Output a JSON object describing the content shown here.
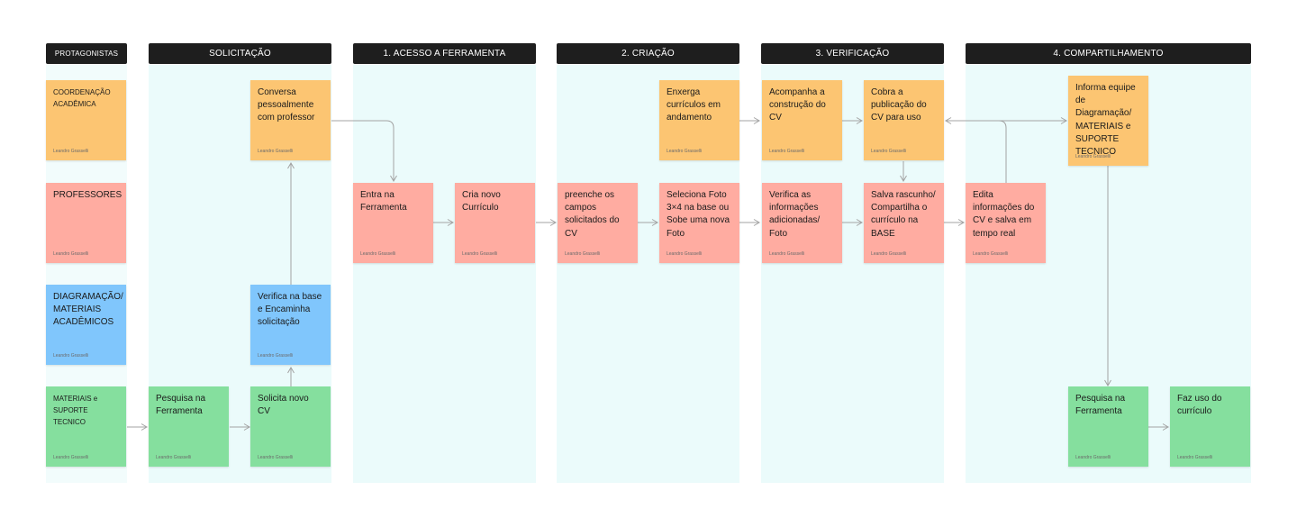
{
  "headers": {
    "protagonistas": "PROTAGONISTAS",
    "solicitacao": "SOLICITAÇÃO",
    "acesso": "1. ACESSO A FERRAMENTA",
    "criacao": "2. CRIAÇÃO",
    "verificacao": "3. VERIFICAÇÃO",
    "compartilhamento": "4. COMPARTILHAMENTO"
  },
  "roles": {
    "coordenacao": "COORDENAÇÃO ACADÊMICA",
    "professores": "PROFESSORES",
    "diagramacao": "DIAGRAMAÇÃO/ MATERIAIS ACADÊMICOS",
    "materiais": "MATERIAIS e SUPORTE TECNICO"
  },
  "notes": {
    "conversa": "Conversa pessoalmente com professor",
    "verifica_base": "Verifica na base e Encaminha solicitação",
    "pesquisa_ferramenta": "Pesquisa na Ferramenta",
    "solicita_cv": "Solicita novo CV",
    "entra_ferramenta": "Entra na Ferramenta",
    "cria_curriculo": "Cria novo Currículo",
    "preenche_campos": "preenche os campos solicitados do CV",
    "enxerga_curriculos": "Enxerga currículos em andamento",
    "seleciona_foto": "Seleciona Foto 3×4 na base ou Sobe uma nova Foto",
    "acompanha": "Acompanha a construção do CV",
    "verifica_info": "Verifica as informações adicionadas/ Foto",
    "cobra": "Cobra a publicação do CV para uso",
    "salva_rascunho": "Salva rascunho/ Compartilha o currículo na BASE",
    "edita": "Edita informações do CV e salva em tempo real",
    "informa_equipe": "Informa equipe de Diagramação/ MATERIAIS e SUPORTE TECNICO",
    "pesquisa_ferramenta_2": "Pesquisa na Ferramenta",
    "faz_uso": "Faz uso do currículo"
  },
  "author": "Leandro Grasselli",
  "colors": {
    "orange": "#fcc572",
    "red": "#ffaca1",
    "blue": "#80c6fc",
    "green": "#85df9e",
    "header": "#1e1e1e",
    "lane": "#ebfbfb",
    "connector": "#a3a3a3"
  }
}
